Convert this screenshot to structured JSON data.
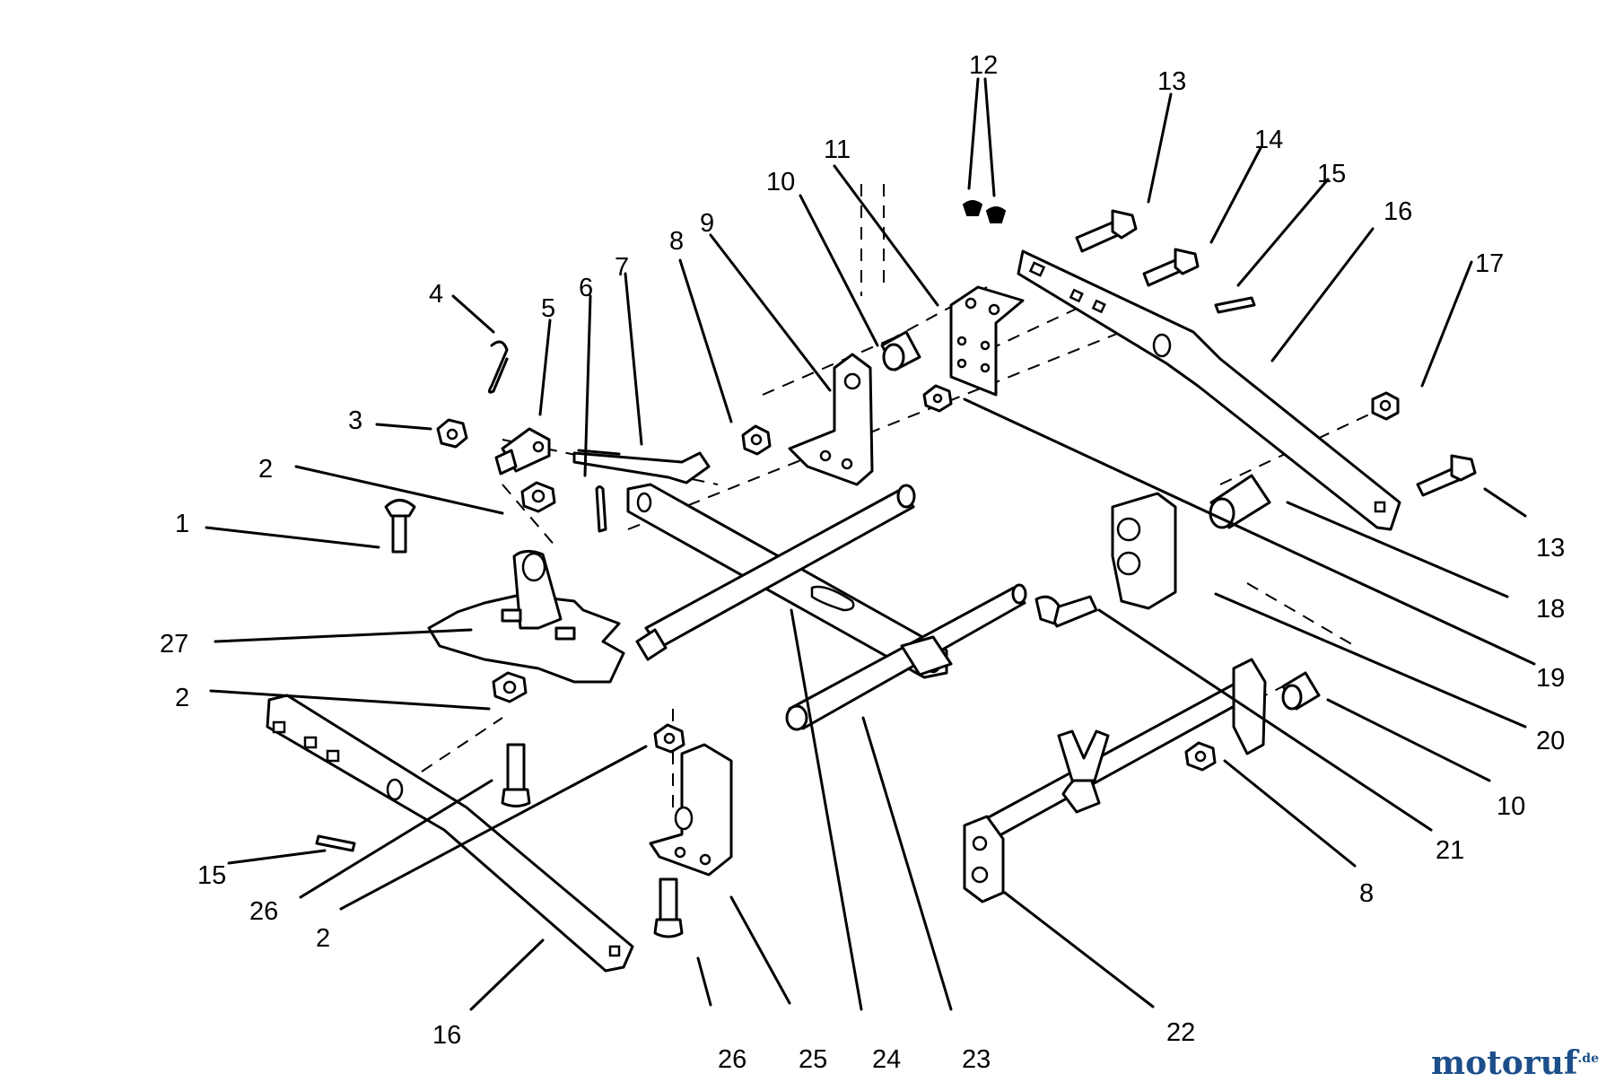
{
  "callouts": {
    "c1": "1",
    "c2a": "2",
    "c2b": "2",
    "c2c": "2",
    "c3": "3",
    "c4": "4",
    "c5": "5",
    "c6": "6",
    "c7": "7",
    "c8a": "8",
    "c8b": "8",
    "c9": "9",
    "c10a": "10",
    "c10b": "10",
    "c11": "11",
    "c12": "12",
    "c13a": "13",
    "c13b": "13",
    "c14": "14",
    "c15a": "15",
    "c15b": "15",
    "c16a": "16",
    "c16b": "16",
    "c17": "17",
    "c18": "18",
    "c19": "19",
    "c20": "20",
    "c21": "21",
    "c22": "22",
    "c23": "23",
    "c24": "24",
    "c25": "25",
    "c26a": "26",
    "c26b": "26",
    "c27": "27"
  },
  "watermark": {
    "name": "motoruf",
    "suffix": ".de"
  }
}
